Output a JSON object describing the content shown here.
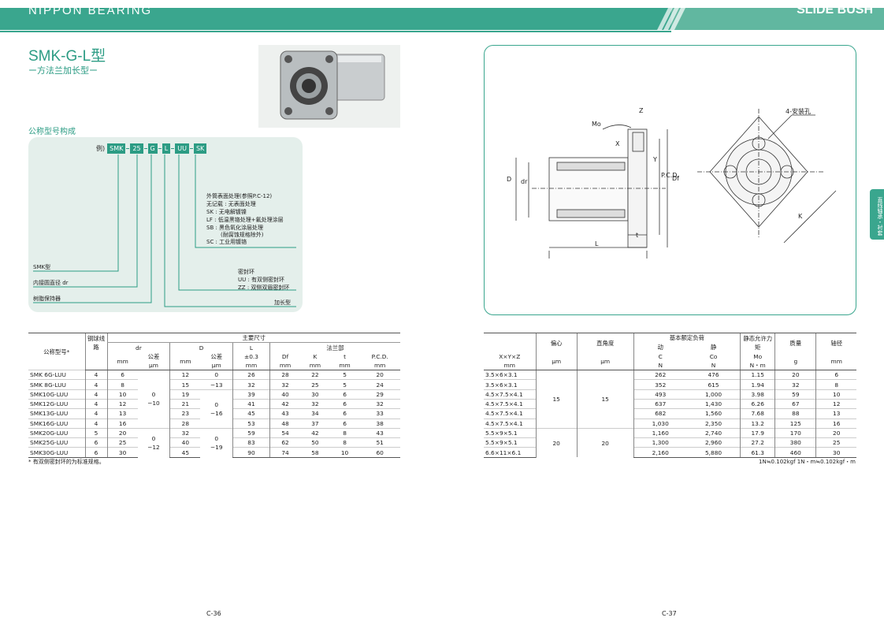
{
  "header": {
    "brand": "NIPPON BEARING",
    "section": "SLIDE BUSH",
    "side_tab": "直线轴承・衬套"
  },
  "product": {
    "title": "SMK-G-L型",
    "subtitle": "ー方法兰加长型ー",
    "photo_alt": "photo-of-flange-bush"
  },
  "code_section": {
    "heading": "公称型号构成",
    "example": "例)",
    "chips": [
      "SMK",
      "25",
      "G",
      "L",
      "UU",
      "SK"
    ],
    "labels": {
      "smk": "SMK型",
      "dr": "内接圆直径 dr",
      "resin": "树脂保持器",
      "long": "加长型",
      "seal_title": "密封环",
      "seal_uu": "UU : 有双侧密封环",
      "seal_zz": "ZZ : 双侧双眉密封环",
      "surface_title": "外筒表面处理(参照P.C-12)",
      "surface_none": "无记载 : 无表面处理",
      "surface_sk": "SK : 无电解镀镍",
      "surface_lf": "LF : 低温黑铬处理+氟处理涂层",
      "surface_sb": "SB : 黑色氧化涂层处理",
      "surface_sb2": "(耐腐蚀规格除外)",
      "surface_sc": "SC : 工业用镀铬"
    }
  },
  "left_table": {
    "group_header": "主要尺寸",
    "h_model": "公称型号*",
    "h_ball": "钢球线路",
    "h_dr": "dr",
    "h_D": "D",
    "h_L": "L",
    "h_flange": "法兰部",
    "h_tol": "公差",
    "h_L_tol": "±0.3",
    "h_Df": "Df",
    "h_K": "K",
    "h_t": "t",
    "h_pcd": "P.C.D.",
    "u_mm": "mm",
    "u_um": "μm",
    "rows": [
      [
        "SMK  6G-LUU",
        "4",
        "6",
        "12",
        "26",
        "28",
        "22",
        "5",
        "20"
      ],
      [
        "SMK  8G-LUU",
        "4",
        "8",
        "15",
        "32",
        "32",
        "25",
        "5",
        "24"
      ],
      [
        "SMK10G-LUU",
        "4",
        "10",
        "19",
        "39",
        "40",
        "30",
        "6",
        "29"
      ],
      [
        "SMK12G-LUU",
        "4",
        "12",
        "21",
        "41",
        "42",
        "32",
        "6",
        "32"
      ],
      [
        "SMK13G-LUU",
        "4",
        "13",
        "23",
        "45",
        "43",
        "34",
        "6",
        "33"
      ],
      [
        "SMK16G-LUU",
        "4",
        "16",
        "28",
        "53",
        "48",
        "37",
        "6",
        "38"
      ],
      [
        "SMK20G-LUU",
        "5",
        "20",
        "32",
        "59",
        "54",
        "42",
        "8",
        "43"
      ],
      [
        "SMK25G-LUU",
        "6",
        "25",
        "40",
        "83",
        "62",
        "50",
        "8",
        "51"
      ],
      [
        "SMK30G-LUU",
        "6",
        "30",
        "45",
        "90",
        "74",
        "58",
        "10",
        "60"
      ]
    ],
    "tol_dr": [
      "0",
      "−10",
      "0",
      "−12"
    ],
    "tol_D": [
      "0",
      "−13",
      "0",
      "−16",
      "0",
      "−19"
    ],
    "note": "* 有双侧密封环的为标准规格。"
  },
  "right_table": {
    "h_xyz": "X×Y×Z",
    "h_ecc": "偏心",
    "h_perp": "直角度",
    "h_load": "基本额定负荷",
    "h_dyn": "动",
    "h_sta": "静",
    "h_C": "C",
    "h_Co": "Co",
    "h_moment": "静态允许力矩",
    "h_Mo": "Mo",
    "h_mass": "质量",
    "h_shaft": "轴径",
    "u_mm": "mm",
    "u_um": "μm",
    "u_N": "N",
    "u_Nm": "N・m",
    "u_g": "g",
    "rows": [
      [
        "3.5×6×3.1",
        "262",
        "476",
        "1.15",
        "20",
        "6"
      ],
      [
        "3.5×6×3.1",
        "352",
        "615",
        "1.94",
        "32",
        "8"
      ],
      [
        "4.5×7.5×4.1",
        "493",
        "1,000",
        "3.98",
        "59",
        "10"
      ],
      [
        "4.5×7.5×4.1",
        "637",
        "1,430",
        "6.26",
        "67",
        "12"
      ],
      [
        "4.5×7.5×4.1",
        "682",
        "1,560",
        "7.68",
        "88",
        "13"
      ],
      [
        "4.5×7.5×4.1",
        "1,030",
        "2,350",
        "13.2",
        "125",
        "16"
      ],
      [
        "5.5×9×5.1",
        "1,160",
        "2,740",
        "17.9",
        "170",
        "20"
      ],
      [
        "5.5×9×5.1",
        "1,300",
        "2,960",
        "27.2",
        "380",
        "25"
      ],
      [
        "6.6×11×6.1",
        "2,160",
        "5,880",
        "61.3",
        "460",
        "30"
      ]
    ],
    "ecc_groups": [
      "15",
      "20"
    ],
    "perp_groups": [
      "15",
      "20"
    ],
    "unit_note": "1N≒0.102kgf  1N・m≒0.102kgf・m"
  },
  "diagram": {
    "labels": [
      "Mo",
      "Z",
      "X",
      "Y",
      "P.C.D.",
      "Df",
      "D",
      "dr",
      "L",
      "t",
      "4-安装孔",
      "K"
    ]
  },
  "pages": {
    "left": "C-36",
    "right": "C-37"
  }
}
